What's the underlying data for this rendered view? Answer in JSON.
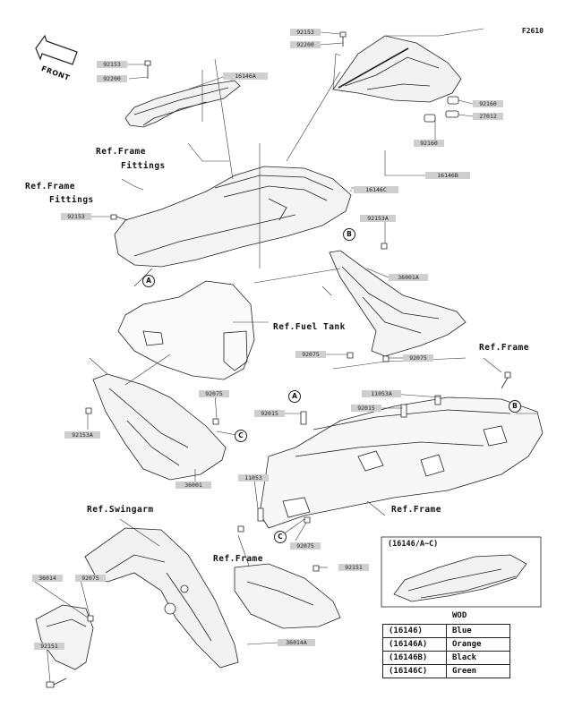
{
  "diagram_id": "F2610",
  "front_label": "FRONT",
  "part_labels": [
    {
      "id": "p1",
      "text": "92153"
    },
    {
      "id": "p2",
      "text": "92200"
    },
    {
      "id": "p3",
      "text": "16146A"
    },
    {
      "id": "p4",
      "text": "92153"
    },
    {
      "id": "p5",
      "text": "92200"
    },
    {
      "id": "p6",
      "text": "92160"
    },
    {
      "id": "p7",
      "text": "27012"
    },
    {
      "id": "p8",
      "text": "92160"
    },
    {
      "id": "p9",
      "text": "16146B"
    },
    {
      "id": "p10",
      "text": "16146C"
    },
    {
      "id": "p11",
      "text": "92153"
    },
    {
      "id": "p12",
      "text": "92153A"
    },
    {
      "id": "p13",
      "text": "36001A"
    },
    {
      "id": "p14",
      "text": "92075"
    },
    {
      "id": "p15",
      "text": "92075"
    },
    {
      "id": "p16",
      "text": "92075"
    },
    {
      "id": "p17",
      "text": "11053A"
    },
    {
      "id": "p18",
      "text": "92015"
    },
    {
      "id": "p19",
      "text": "92015"
    },
    {
      "id": "p20",
      "text": "92153A"
    },
    {
      "id": "p21",
      "text": "36001"
    },
    {
      "id": "p22",
      "text": "11053"
    },
    {
      "id": "p23",
      "text": "92075"
    },
    {
      "id": "p24",
      "text": "36014"
    },
    {
      "id": "p25",
      "text": "92075"
    },
    {
      "id": "p26",
      "text": "92151"
    },
    {
      "id": "p27",
      "text": "92151"
    },
    {
      "id": "p28",
      "text": "36014A"
    }
  ],
  "ref_labels": [
    {
      "id": "r1",
      "text": "Ref.Frame"
    },
    {
      "id": "r2",
      "text": "Fittings"
    },
    {
      "id": "r3",
      "text": "Ref.Frame"
    },
    {
      "id": "r4",
      "text": "Fittings"
    },
    {
      "id": "r5",
      "text": "Ref.Fuel Tank"
    },
    {
      "id": "r6",
      "text": "Ref.Frame"
    },
    {
      "id": "r7",
      "text": "Ref.Swingarm"
    },
    {
      "id": "r8",
      "text": "Ref.Frame"
    },
    {
      "id": "r9",
      "text": "Ref.Frame"
    }
  ],
  "callouts": [
    {
      "id": "c1",
      "text": "A"
    },
    {
      "id": "c2",
      "text": "B"
    },
    {
      "id": "c3",
      "text": "A"
    },
    {
      "id": "c4",
      "text": "B"
    },
    {
      "id": "c5",
      "text": "C"
    },
    {
      "id": "c6",
      "text": "C"
    }
  ],
  "inset": {
    "title": "(16146/A~C)",
    "legend_title": "WOD",
    "rows": [
      {
        "code": "(16146)",
        "color": "Blue"
      },
      {
        "code": "(16146A)",
        "color": "Orange"
      },
      {
        "code": "(16146B)",
        "color": "Black"
      },
      {
        "code": "(16146C)",
        "color": "Green"
      }
    ]
  }
}
